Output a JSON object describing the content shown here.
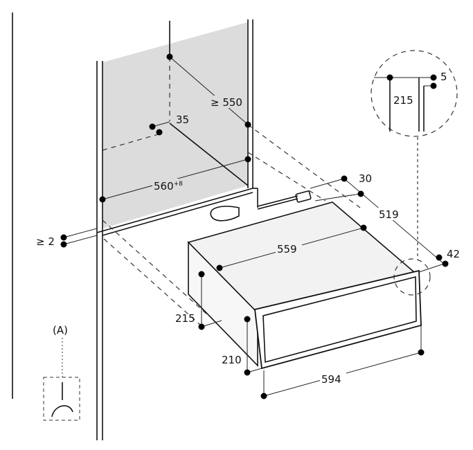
{
  "diagram": {
    "title": "Installation dimensions – warming drawer built into tall cabinet",
    "dimensions": {
      "min_depth": "≥ 550",
      "offset_35": "35",
      "niche_width": "560",
      "niche_width_tolerance": "+8",
      "gap_min": "≥ 2",
      "cable_30": "30",
      "depth_519": "519",
      "front_42": "42",
      "body_width": "559",
      "body_height": "215",
      "front_height": "210",
      "front_width": "594"
    },
    "detail": {
      "dim_5": "5",
      "dim_215": "215"
    },
    "callout": "(A)"
  }
}
